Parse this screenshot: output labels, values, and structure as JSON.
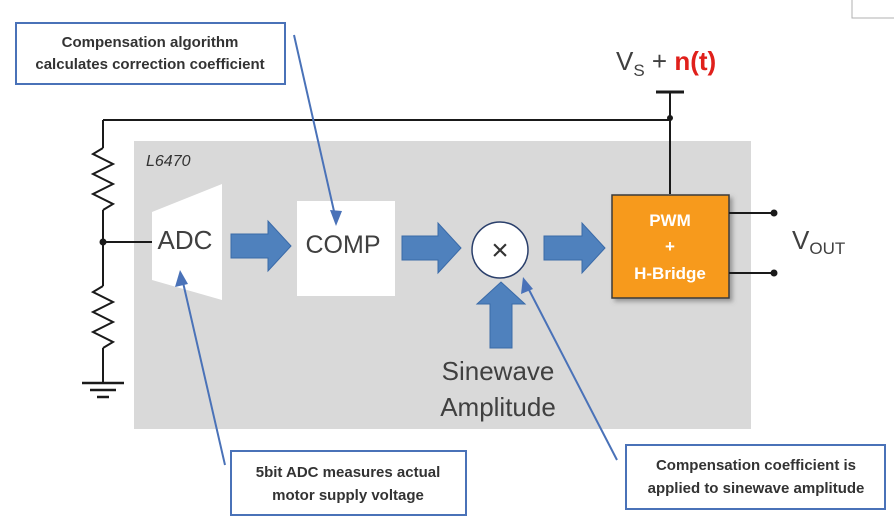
{
  "chip": {
    "label": "L6470"
  },
  "supply": {
    "v": "V",
    "sub": "S",
    "plus": " + ",
    "noise": "n(t)"
  },
  "output": {
    "v": "V",
    "sub": "OUT"
  },
  "blocks": {
    "adc": "ADC",
    "comp": "COMP",
    "pwm_line1": "PWM",
    "pwm_line2": "+",
    "pwm_line3": "H-Bridge"
  },
  "multiplier_symbol": "×",
  "sinewave": {
    "line1": "Sinewave",
    "line2": "Amplitude"
  },
  "callouts": {
    "comp_line1": "Compensation algorithm",
    "comp_line2": "calculates correction coefficient",
    "adc_line1": "5bit ADC measures actual",
    "adc_line2": "motor supply voltage",
    "coef_line1": "Compensation coefficient is",
    "coef_line2": "applied to sinewave amplitude"
  },
  "colors": {
    "chip_bg": "#d9d9d9",
    "arrow_blue": "#4f81bd",
    "callout_border": "#4a72b8",
    "pwm_orange": "#f79a1e",
    "noise_red": "#e0201b"
  }
}
